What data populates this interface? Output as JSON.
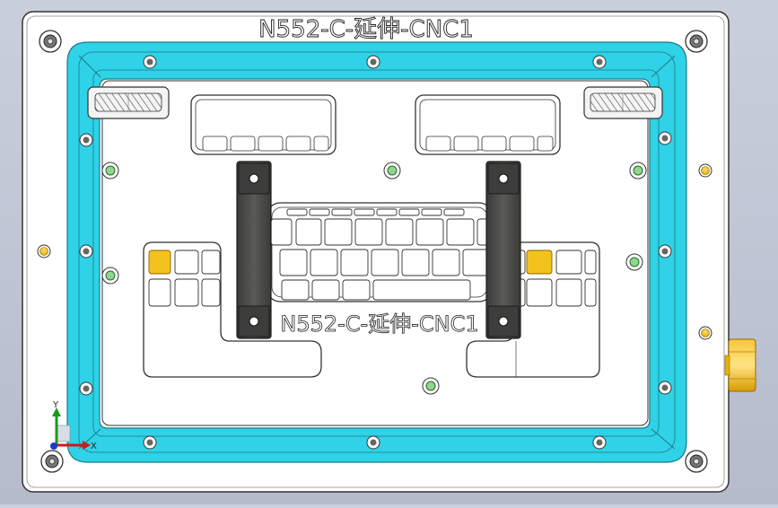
{
  "drawing": {
    "title_label": "N552-C-延伸-CNC1",
    "center_label": "N552-C-延伸-CNC1"
  },
  "axis_triad": {
    "x_label": "X",
    "y_label": "Y"
  },
  "colors": {
    "viewport_background": "#bcc3d2",
    "plate": "#ffffff",
    "cyan_frame": "#2fd2e6",
    "handle": "#4a4a48",
    "yellow_pin": "#f2c21a",
    "green_pin": "#8fd48f",
    "outline": "#333333"
  },
  "icons": {
    "corner_bolt": "crosshair-bolt-icon",
    "screw": "screw-icon",
    "locator_pin": "locator-pin-icon",
    "vacuum_slot": "hatched-slot-icon",
    "side_knob": "knob-icon"
  }
}
